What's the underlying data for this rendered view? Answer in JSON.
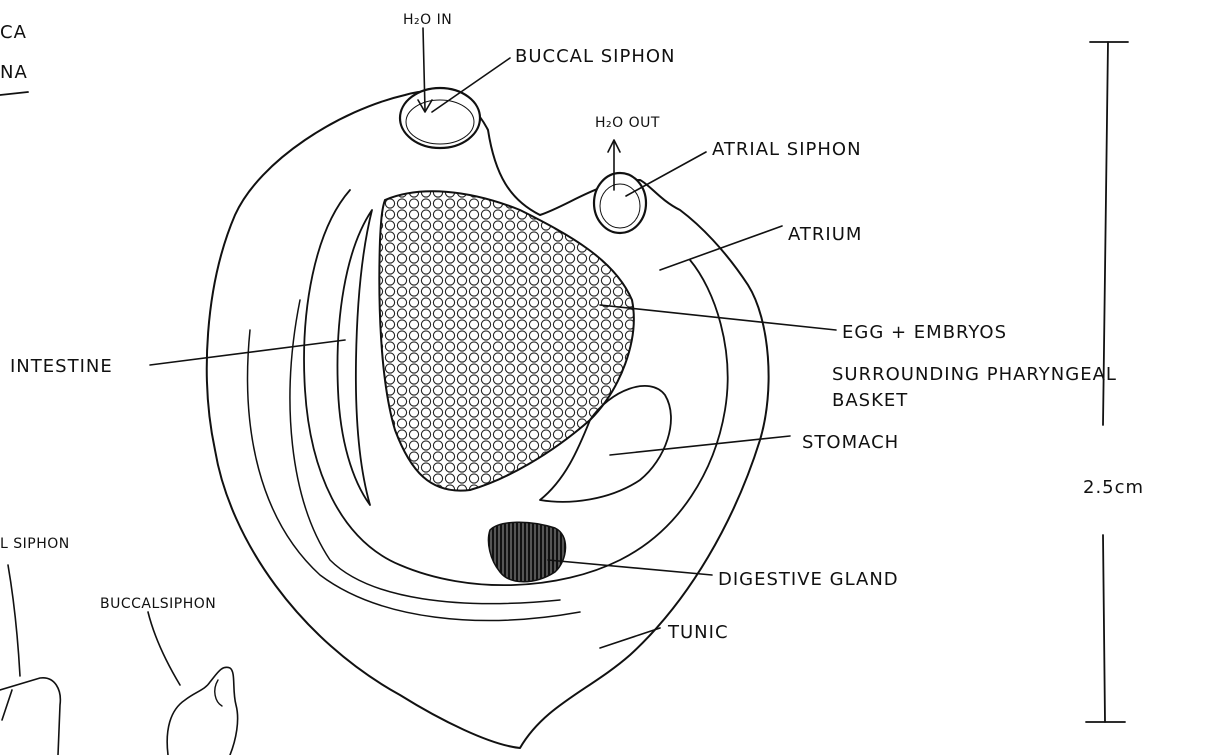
{
  "labels": {
    "corner_top": "CA",
    "corner_sub": "NA",
    "h2o_in": "H₂O IN",
    "buccal_siphon": "BUCCAL SIPHON",
    "h2o_out": "H₂O OUT",
    "atrial_siphon": "ATRIAL SIPHON",
    "atrium": "ATRIUM",
    "intestine": "INTESTINE",
    "egg_embryos_line1": "EGG + EMBRYOS",
    "egg_embryos_line2": "SURROUNDING PHARYNGEAL",
    "egg_embryos_line3": "BASKET",
    "stomach": "STOMACH",
    "digestive_gland": "DIGESTIVE GLAND",
    "tunic": "TUNIC",
    "scale": "2.5cm",
    "inset_atrial_siphon": "L SIPHON",
    "inset_buccal_siphon": "BUCCALSIPHON"
  }
}
